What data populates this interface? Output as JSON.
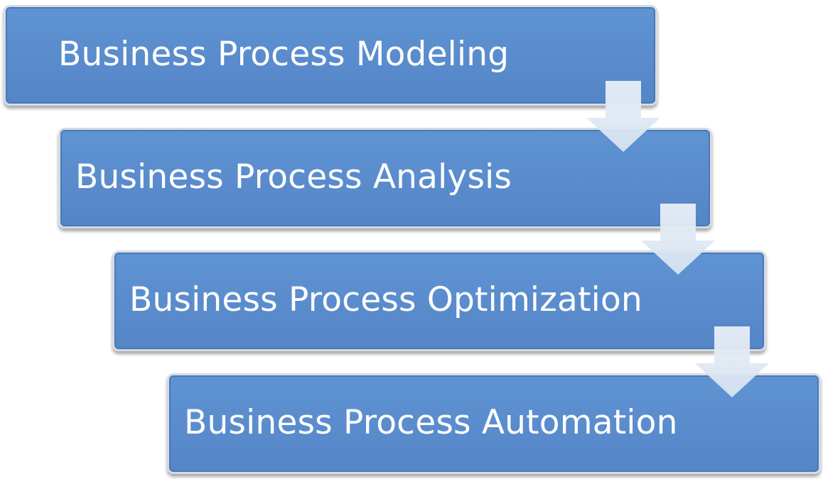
{
  "diagram": {
    "steps": [
      {
        "label": "Business Process Modeling"
      },
      {
        "label": "Business Process Analysis"
      },
      {
        "label": "Business Process Optimization"
      },
      {
        "label": "Business Process Automation"
      }
    ],
    "colors": {
      "box_fill": "#5a8ccd",
      "box_border": "#d4dbe4",
      "text": "#ffffff",
      "arrow_fill": "#dfe8f4"
    }
  }
}
